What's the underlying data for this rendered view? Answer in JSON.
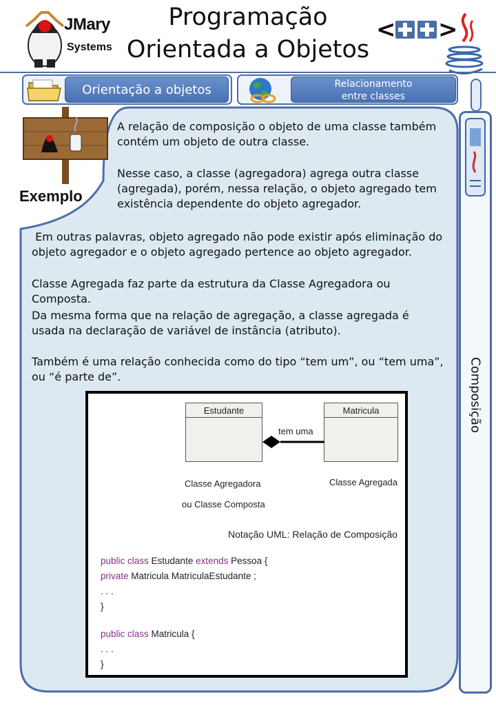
{
  "header": {
    "brand_line1": "JMary",
    "brand_line2": "Systems",
    "title_line1": "Programação",
    "title_line2": "Orientada a Objetos",
    "cpp_logo_text": "<++>"
  },
  "nav": {
    "button1_label": "Orientação a objetos",
    "button2_line1": "Relacionamento",
    "button2_line2": "entre classes"
  },
  "sidebar": {
    "label": "Composição"
  },
  "example_label": "Exemplo",
  "paragraphs": [
    "A relação de composição o objeto de uma classe também contém um objeto de outra classe.",
    "Nesse caso, a classe (agregadora) agrega outra classe (agregada), porém, nessa relação, o objeto agregado tem existência dependente do objeto agregador.",
    " Em outras palavras, objeto agregado não pode existir após eliminação do objeto agregador e o objeto agregado pertence ao objeto agregador.",
    "Classe Agregada faz parte da estrutura da Classe Agregadora ou Composta.",
    "Da mesma forma que na relação de agregação, a classe agregada é usada na declaração de variável de instância (atributo).",
    "Também é uma relação conhecida como do tipo “tem um”, ou “tem uma”, ou “é parte de”."
  ],
  "diagram": {
    "left_class": "Estudante",
    "right_class": "Matricula",
    "association_label": "tem uma",
    "left_caption_1": "Classe Agregadora",
    "left_caption_2": "ou Classe Composta",
    "right_caption": "Classe Agregada",
    "notation": "Notação UML: Relação de Composição"
  },
  "code": {
    "l1_kw1": "public class",
    "l1_a": " Estudante ",
    "l1_kw2": "extends",
    "l1_b": " Pessoa {",
    "l2_kw": "private",
    "l2_rest": " Matricula MatriculaEstudante ;",
    "l3": ". . .",
    "l4": "}",
    "l5_kw": "public class",
    "l5_rest": " Matricula {",
    "l6": ". . .",
    "l7": "}"
  },
  "colors": {
    "accent": "#4c6ea6",
    "panel_fill": "#dde9f1",
    "button_fill": "#5a80c0",
    "keyword": "#8a2e8a"
  }
}
